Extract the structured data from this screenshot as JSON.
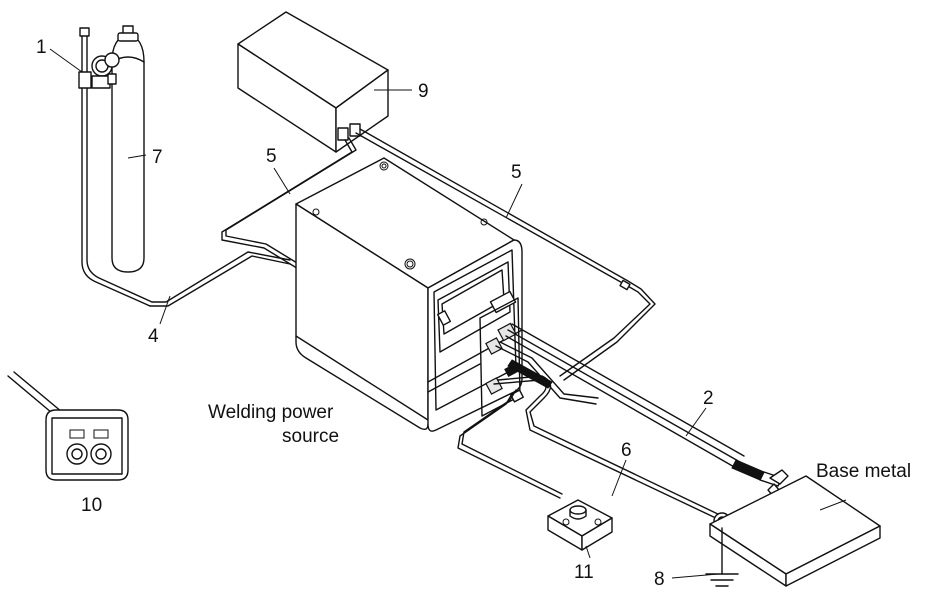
{
  "labels": {
    "regulator": "1",
    "torch_cable": "2",
    "gas_hose": "4",
    "hose_left": "5",
    "hose_right": "5",
    "return_cable": "6",
    "gas_cylinder": "7",
    "ground": "8",
    "cooling_unit": "9",
    "remote_plug": "10",
    "foot_pedal": "11",
    "power_source_line1": "Welding power",
    "power_source_line2": "source",
    "base_metal": "Base metal"
  }
}
